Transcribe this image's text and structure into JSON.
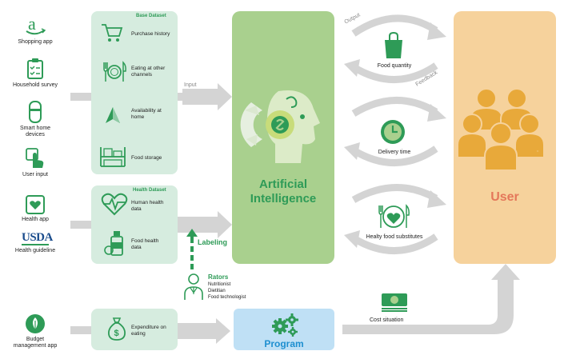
{
  "sources": {
    "shopping_app": "Shopping app",
    "household_survey": "Household survey",
    "smart_home": "Smart home devices",
    "user_input": "User input",
    "health_app": "Health app",
    "usda_logo": "USDA",
    "health_guideline": "Health guideline",
    "budget_app": "Budget management app"
  },
  "base_dataset": {
    "title": "Base Dataset",
    "items": [
      "Purchase history",
      "Eating at other channels",
      "Availability at home",
      "Food storage"
    ]
  },
  "health_dataset": {
    "title": "Health Dataset",
    "items": [
      "Human health data",
      "Food health data"
    ]
  },
  "expenditure": {
    "label": "Expenditure on eating"
  },
  "arrows": {
    "input": "Input",
    "labeling": "Labeling",
    "output": "Output",
    "feedback": "Feedback"
  },
  "rators": {
    "title": "Rators",
    "roles": [
      "Nutritionist",
      "Dietitian",
      "Food technologist"
    ]
  },
  "ai": {
    "line1": "Artificial",
    "line2": "Intelligence"
  },
  "program": {
    "label": "Program"
  },
  "user": {
    "label": "User"
  },
  "outputs": [
    "Food quantity",
    "Delivery time",
    "Healty food substitutes"
  ],
  "cost": {
    "label": "Cost situation"
  },
  "colors": {
    "green": "#2e9b57",
    "panel": "#d6ecdf",
    "ai": "#a9d08e",
    "user": "#f6d29c",
    "program": "#bfe0f5",
    "user_text": "#e4775a",
    "program_text": "#1e8fd0",
    "person": "#e8a93a"
  }
}
